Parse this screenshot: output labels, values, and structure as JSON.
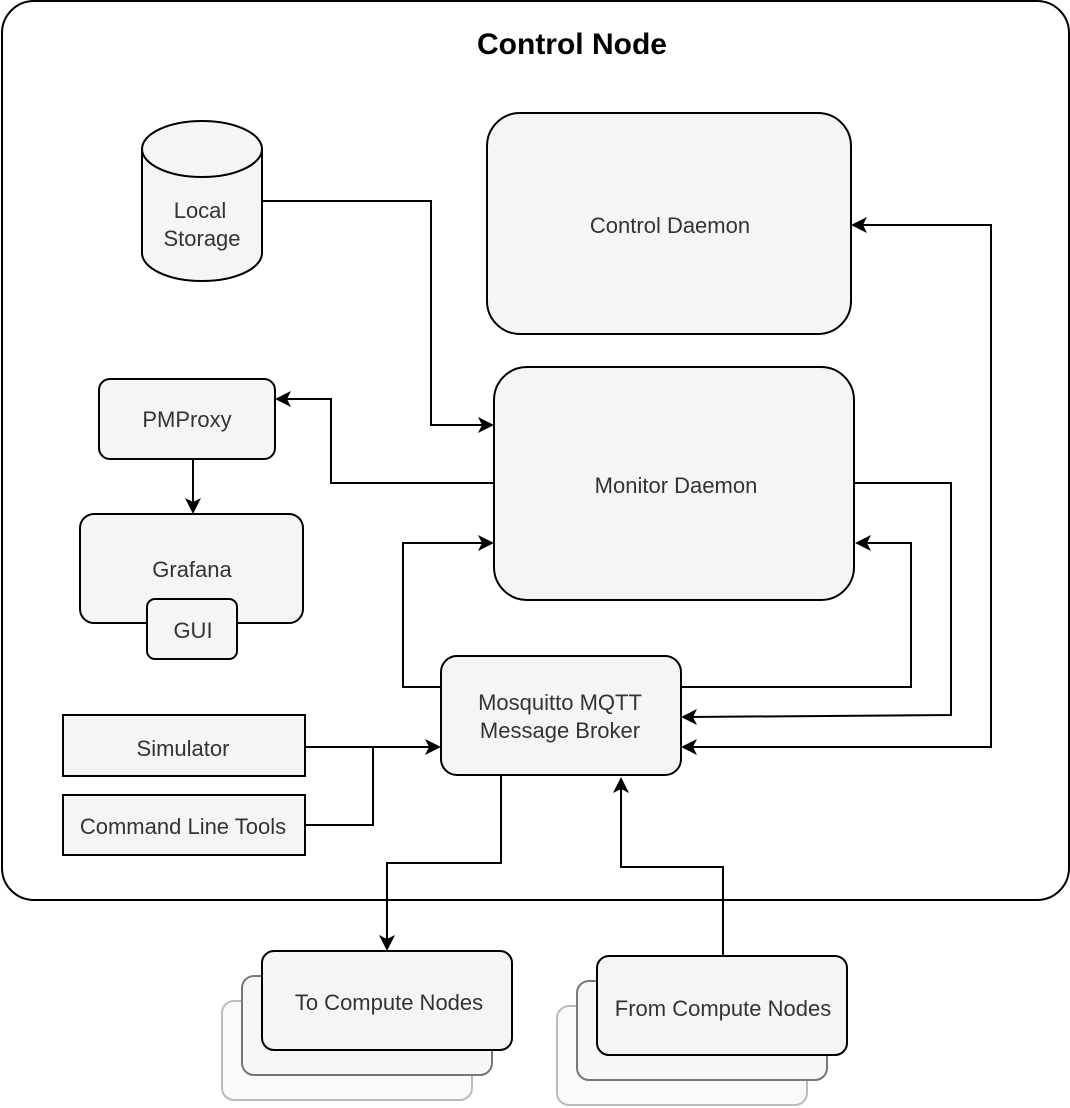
{
  "title": "Control Node",
  "colors": {
    "node_fill": "#f5f5f5",
    "stroke": "#000000",
    "text": "#333333",
    "stack_mid_stroke": "#777777",
    "stack_back_stroke": "#bbbbbb"
  },
  "nodes": {
    "local_storage": {
      "line1": "Local",
      "line2": "Storage",
      "shape": "cylinder"
    },
    "control_daemon": {
      "label": "Control Daemon"
    },
    "monitor_daemon": {
      "label": "Monitor Daemon"
    },
    "pmproxy": {
      "label": "PMProxy"
    },
    "grafana": {
      "label": "Grafana"
    },
    "gui": {
      "label": "GUI"
    },
    "broker": {
      "line1": "Mosquitto MQTT",
      "line2": "Message Broker"
    },
    "simulator": {
      "label": "Simulator"
    },
    "cli_tools": {
      "label": "Command Line Tools"
    },
    "to_compute": {
      "label": "To Compute Nodes",
      "shape": "stacked"
    },
    "from_compute": {
      "label": "From Compute Nodes",
      "shape": "stacked"
    }
  },
  "edges": [
    {
      "from": "Local Storage",
      "to": "Monitor Daemon"
    },
    {
      "from": "Monitor Daemon",
      "to": "PMProxy"
    },
    {
      "from": "PMProxy",
      "to": "Grafana"
    },
    {
      "from": "Mosquitto MQTT Message Broker",
      "to": "Monitor Daemon",
      "side": "left"
    },
    {
      "from": "Mosquitto MQTT Message Broker",
      "to": "Monitor Daemon",
      "side": "right"
    },
    {
      "from": "Monitor Daemon",
      "to": "Mosquitto MQTT Message Broker"
    },
    {
      "from": "Mosquitto MQTT Message Broker",
      "to": "Control Daemon"
    },
    {
      "from": "Simulator",
      "to": "Mosquitto MQTT Message Broker"
    },
    {
      "from": "Command Line Tools",
      "to": "Mosquitto MQTT Message Broker"
    },
    {
      "from": "Mosquitto MQTT Message Broker",
      "to": "To Compute Nodes"
    },
    {
      "from": "From Compute Nodes",
      "to": "Mosquitto MQTT Message Broker"
    }
  ]
}
